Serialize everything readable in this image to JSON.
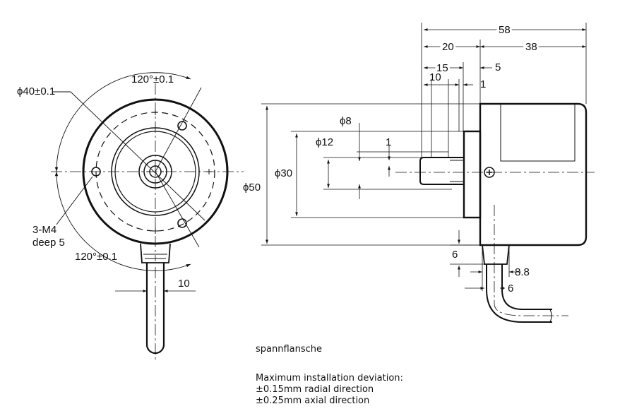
{
  "front_view": {
    "dia_outer": "ϕ40±0.1",
    "angle_top": "120°±0.1",
    "angle_bottom": "120°±0.1",
    "thread_line1": "3-M4",
    "thread_line2": "deep 5",
    "cable_width": "10"
  },
  "side_view": {
    "overall_length": "58",
    "shaft_side": "20",
    "body_length": "38",
    "d15": "15",
    "d10": "10",
    "d5": "5",
    "d1_top": "1",
    "phi8": "ϕ8",
    "phi12": "ϕ12",
    "d1_mid": "1",
    "phi30": "ϕ30",
    "phi50": "ϕ50",
    "cable_6_vertical": "6",
    "cable_8_8": "8.8",
    "cable_6_horizontal": "6"
  },
  "notes": {
    "title": "spannflansche",
    "deviation_title": "Maximum installation deviation:",
    "radial": "±0.15mm radial direction",
    "axial": "±0.25mm axial direction"
  }
}
